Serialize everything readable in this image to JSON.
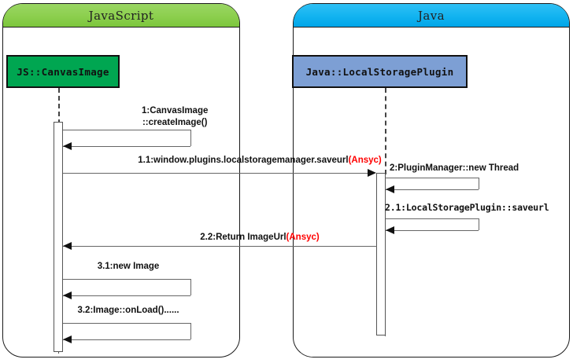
{
  "diagram": {
    "type": "uml-sequence-diagram",
    "title": "",
    "colors": {
      "javascript_header": "#8ccf4e",
      "java_header": "#12b3f0",
      "js_object_fill": "#00a651",
      "java_object_fill": "#7d9fd4",
      "async_marker": "#ff0000",
      "line": "#666666",
      "border": "#1a1a1a"
    },
    "frames": [
      {
        "id": "javascript",
        "label": "JavaScript"
      },
      {
        "id": "java",
        "label": "Java"
      }
    ],
    "lifelines": [
      {
        "id": "js-canvasimage",
        "label": "JS::CanvasImage",
        "frame": "javascript"
      },
      {
        "id": "java-localstorageplugin",
        "label": "Java::LocalStoragePlugin",
        "frame": "java"
      }
    ],
    "messages": [
      {
        "id": "m1",
        "number": "1",
        "kind": "self-call",
        "from": "js-canvasimage",
        "to": "js-canvasimage",
        "label_line1": "1:CanvasImage",
        "label_line2": "::createImage()",
        "async": false
      },
      {
        "id": "m11",
        "number": "1.1",
        "kind": "call",
        "from": "js-canvasimage",
        "to": "java-localstorageplugin",
        "label": "1.1:window.plugins.localstoragemanager.saveurl",
        "async_marker": "(Ansyc)",
        "async": true
      },
      {
        "id": "m2",
        "number": "2",
        "kind": "self-call",
        "from": "java-localstorageplugin",
        "to": "java-localstorageplugin",
        "label": "2:PluginManager::new Thread",
        "async": false
      },
      {
        "id": "m21",
        "number": "2.1",
        "kind": "self-call",
        "from": "java-localstorageplugin",
        "to": "java-localstorageplugin",
        "label": "2.1:LocalStoragePlugin::saveurl",
        "async": false
      },
      {
        "id": "m22",
        "number": "2.2",
        "kind": "return",
        "from": "java-localstorageplugin",
        "to": "js-canvasimage",
        "label": "2.2:Return ImageUrl",
        "async_marker": "(Ansyc)",
        "async": true
      },
      {
        "id": "m31",
        "number": "3.1",
        "kind": "self-call",
        "from": "js-canvasimage",
        "to": "js-canvasimage",
        "label": "3.1:new Image",
        "async": false
      },
      {
        "id": "m32",
        "number": "3.2",
        "kind": "self-call",
        "from": "js-canvasimage",
        "to": "js-canvasimage",
        "label": "3.2:Image::onLoad()......",
        "async": false
      }
    ]
  }
}
